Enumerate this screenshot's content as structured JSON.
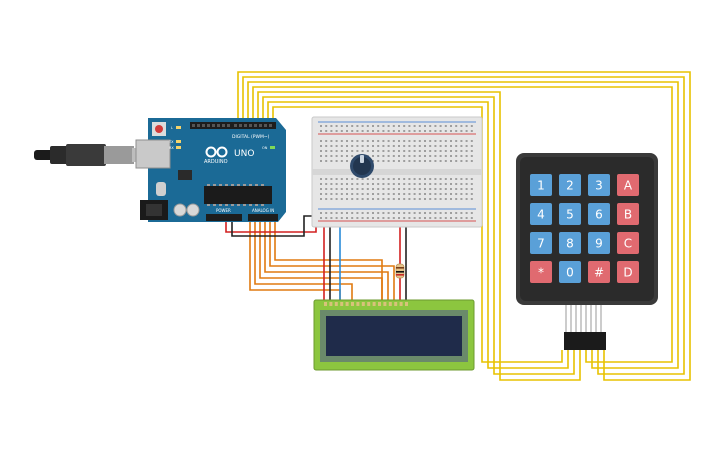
{
  "arduino": {
    "brand": "ARDUINO",
    "model": "UNO",
    "digital_header_label": "DIGITAL (PWM~)",
    "power_label": "POWER",
    "analog_label": "ANALOG IN",
    "tx_label": "TX",
    "rx_label": "RX",
    "on_label": "ON",
    "l_label": "L"
  },
  "keypad": {
    "rows": [
      [
        "1",
        "2",
        "3",
        "A"
      ],
      [
        "4",
        "5",
        "6",
        "B"
      ],
      [
        "7",
        "8",
        "9",
        "C"
      ],
      [
        "*",
        "0",
        "#",
        "D"
      ]
    ]
  },
  "colors": {
    "wire_yellow": "#e8c200",
    "wire_orange": "#e07a10",
    "wire_red": "#d22020",
    "wire_black": "#222222",
    "wire_blue": "#2a8bd8",
    "board_blue": "#1b6a96",
    "key_blue": "#5aa0d8",
    "key_red": "#e06a70",
    "lcd_green": "#8cc63f",
    "lcd_screen": "#1f2b4a"
  }
}
